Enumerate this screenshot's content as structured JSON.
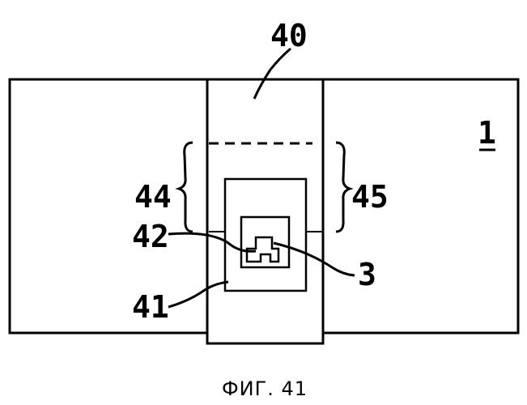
{
  "labels": {
    "strap": "40",
    "base": "1",
    "left_bracket": "44",
    "right_bracket": "45",
    "inner_chip": "42",
    "chip": "3",
    "outer_module": "41"
  },
  "caption": "ФИГ. 41"
}
